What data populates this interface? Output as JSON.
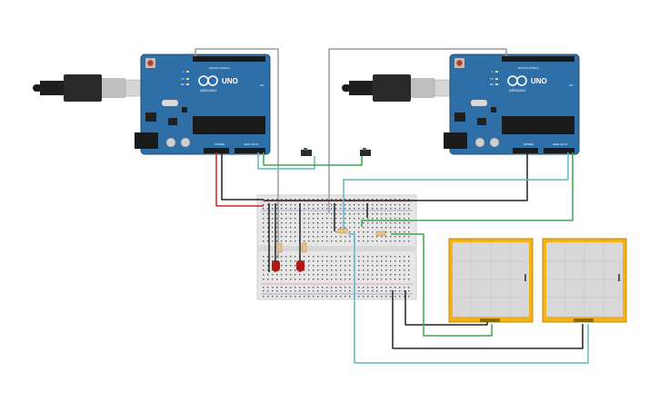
{
  "boards": [
    {
      "brand": "ARDUINO",
      "model": "UNO",
      "digital_header": "DIGITAL (PWM~)",
      "power_header": "POWER",
      "analog_header": "ANALOG IN",
      "led_labels": [
        "L",
        "TX",
        "RX",
        "ON"
      ]
    },
    {
      "brand": "ARDUINO",
      "model": "UNO",
      "digital_header": "DIGITAL (PWM~)",
      "power_header": "POWER",
      "analog_header": "ANALOG IN",
      "led_labels": [
        "L",
        "TX",
        "RX",
        "ON"
      ]
    }
  ],
  "colors": {
    "arduino_blue": "#2f6fa8",
    "breadboard": "#e8e8e8",
    "lcd_frame": "#f2b21c",
    "wire_black": "#222222",
    "wire_red": "#cc2222",
    "wire_green": "#3aa64a",
    "wire_cyan": "#5cb7c9",
    "wire_gray": "#9a9a9a",
    "led_red": "#b01818"
  },
  "icons": [
    "usb-cable-icon",
    "power-jack-icon",
    "slide-switch-icon",
    "led-icon",
    "resistor-icon",
    "lcd-module-icon"
  ]
}
